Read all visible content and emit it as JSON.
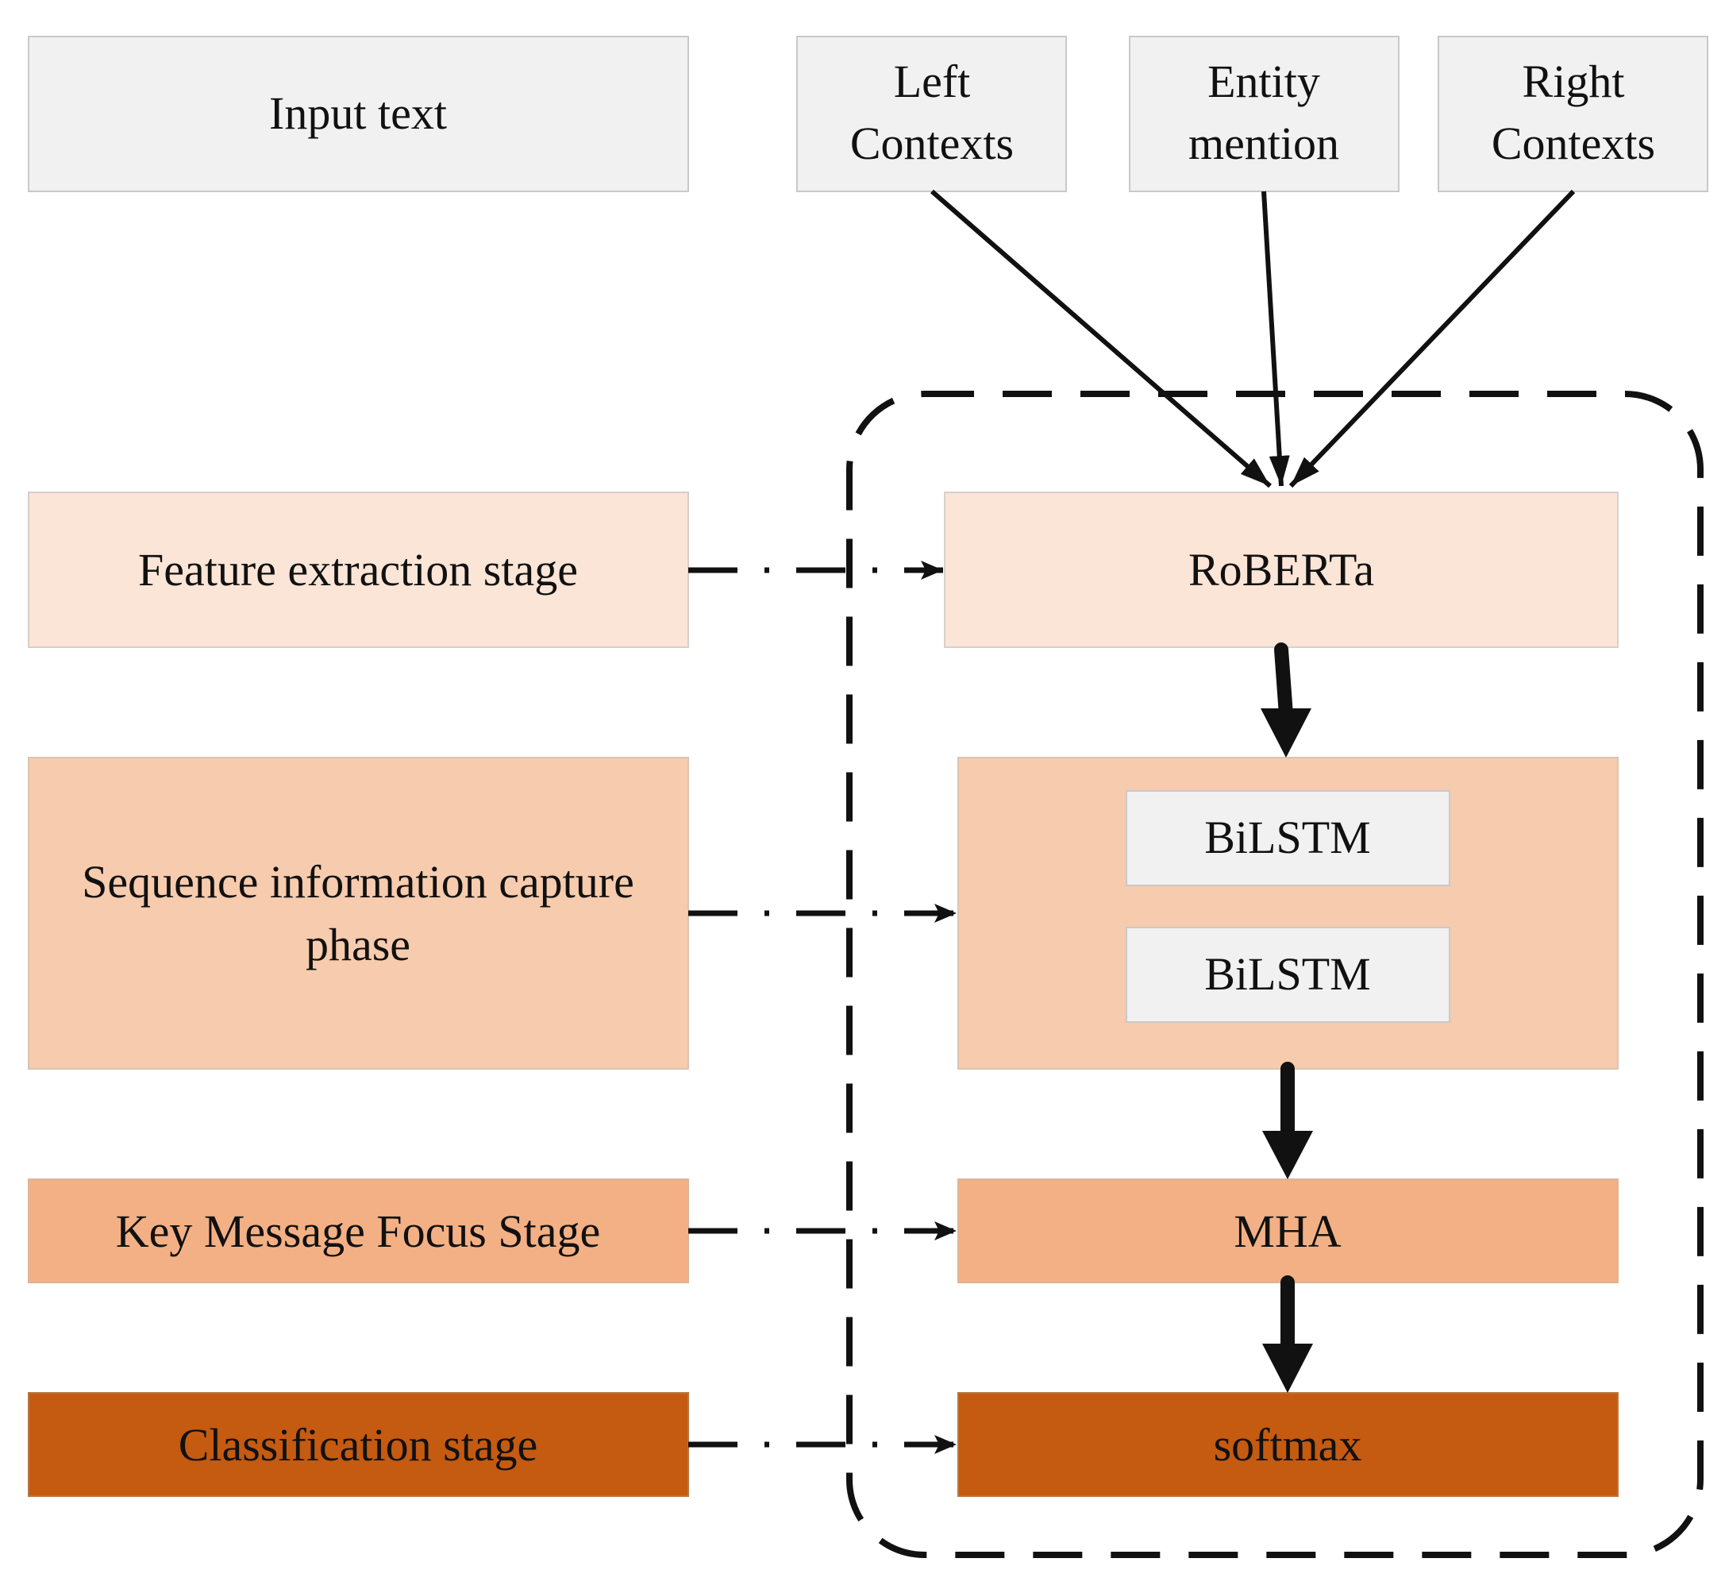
{
  "inputs": {
    "input_text": "Input text",
    "left_contexts": [
      "Left",
      "Contexts"
    ],
    "entity_mention": [
      "Entity",
      "mention"
    ],
    "right_contexts": [
      "Right",
      "Contexts"
    ]
  },
  "stages": {
    "feature_extraction": "Feature extraction stage",
    "sequence_capture": [
      "Sequence information capture",
      "phase"
    ],
    "key_message_focus": "Key Message Focus Stage",
    "classification": "Classification stage"
  },
  "modules": {
    "roberta": "RoBERTa",
    "bilstm_1": "BiLSTM",
    "bilstm_2": "BiLSTM",
    "mha": "MHA",
    "softmax": "softmax"
  },
  "colors": {
    "gray": "#f1f1f1",
    "stage_1": "#fae5d6",
    "stage_2": "#f7cbad",
    "stage_3": "#f3b085",
    "stage_4": "#c55a11"
  }
}
